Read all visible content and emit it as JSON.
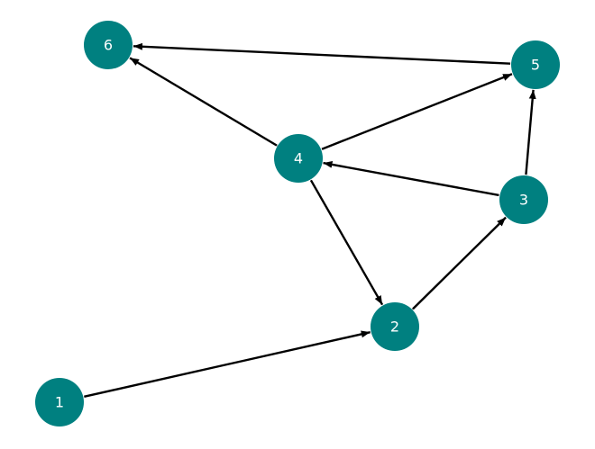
{
  "graph": {
    "directed": true,
    "colors": {
      "node_fill": "#008080",
      "node_label": "#ffffff",
      "edge": "#000000",
      "background": "#ffffff"
    },
    "nodes": [
      {
        "id": "1",
        "label": "1"
      },
      {
        "id": "2",
        "label": "2"
      },
      {
        "id": "3",
        "label": "3"
      },
      {
        "id": "4",
        "label": "4"
      },
      {
        "id": "5",
        "label": "5"
      },
      {
        "id": "6",
        "label": "6"
      }
    ],
    "edges": [
      {
        "source": "1",
        "target": "2",
        "bidirectional": false
      },
      {
        "source": "2",
        "target": "3",
        "bidirectional": true
      },
      {
        "source": "3",
        "target": "4",
        "bidirectional": false
      },
      {
        "source": "3",
        "target": "5",
        "bidirectional": false
      },
      {
        "source": "4",
        "target": "2",
        "bidirectional": false
      },
      {
        "source": "4",
        "target": "5",
        "bidirectional": false
      },
      {
        "source": "4",
        "target": "6",
        "bidirectional": true
      },
      {
        "source": "5",
        "target": "6",
        "bidirectional": false
      }
    ]
  }
}
